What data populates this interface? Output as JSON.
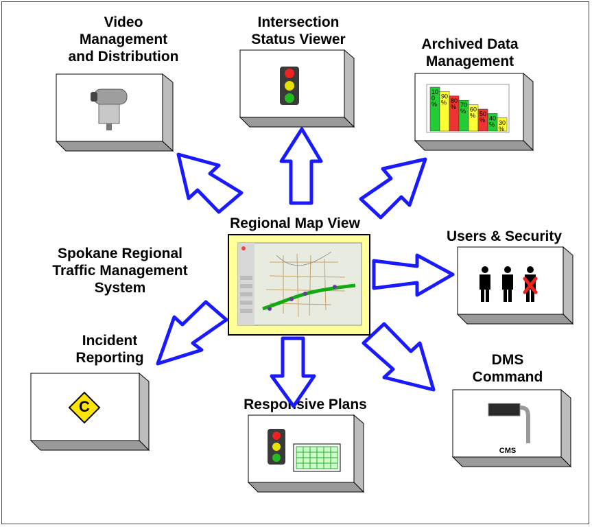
{
  "system_title": "Spokane Regional\nTraffic Management\nSystem",
  "center": {
    "title": "Regional Map View"
  },
  "modules": {
    "video": {
      "title": "Video\nManagement\nand Distribution"
    },
    "intersection": {
      "title": "Intersection\nStatus Viewer"
    },
    "archived": {
      "title": "Archived Data\nManagement",
      "bars": [
        {
          "label": "10\n0\n%",
          "value": 100,
          "color": "#22cc33"
        },
        {
          "label": "90\n%",
          "value": 90,
          "color": "#ffff33"
        },
        {
          "label": "80\n%",
          "value": 80,
          "color": "#ee3333"
        },
        {
          "label": "70\n%",
          "value": 70,
          "color": "#22cc33"
        },
        {
          "label": "60\n%",
          "value": 60,
          "color": "#ffff33"
        },
        {
          "label": "50\n%",
          "value": 50,
          "color": "#ee3333"
        },
        {
          "label": "40\n%",
          "value": 40,
          "color": "#22cc33"
        },
        {
          "label": "30\n%",
          "value": 30,
          "color": "#ffff33"
        }
      ]
    },
    "users": {
      "title": "Users & Security"
    },
    "incident": {
      "title": "Incident\nReporting",
      "sign_letter": "C"
    },
    "responsive": {
      "title": "Responsive Plans"
    },
    "dms": {
      "title": "DMS\nCommand",
      "sign_text": "CMS"
    }
  },
  "colors": {
    "arrow_stroke": "#1a1aff",
    "center_fill": "#ffff99",
    "card_side": "#bdbdbd",
    "sign_yellow": "#ffe600"
  }
}
